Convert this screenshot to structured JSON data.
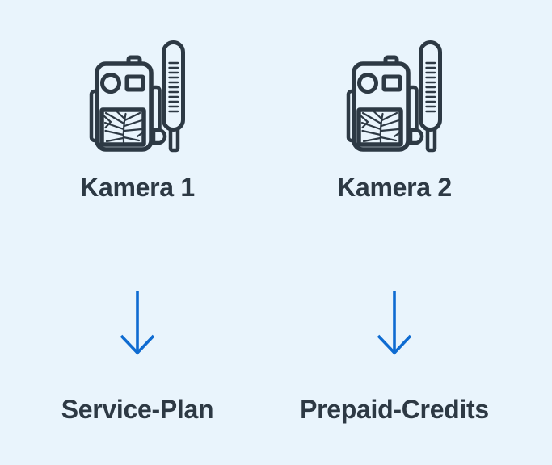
{
  "page": {
    "background_color": "#e9f4fc",
    "ink_color": "#2d3944",
    "arrow_color": "#0e6bd1"
  },
  "diagram": {
    "columns": [
      {
        "camera_label": "Kamera 1",
        "camera_icon": "trail-camera-icon",
        "arrow_icon": "arrow-down-icon",
        "plan_label": "Service-Plan"
      },
      {
        "camera_label": "Kamera 2",
        "camera_icon": "trail-camera-icon",
        "arrow_icon": "arrow-down-icon",
        "plan_label": "Prepaid-Credits"
      }
    ]
  }
}
